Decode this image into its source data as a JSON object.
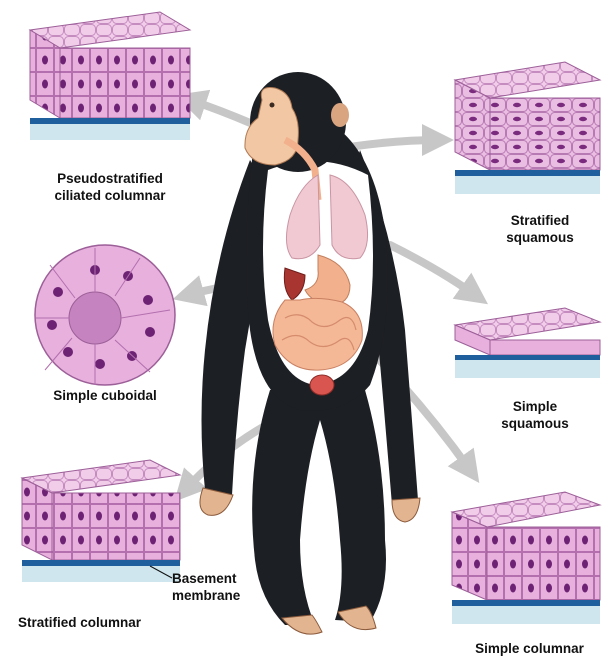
{
  "labels": {
    "pseudostratified": [
      "Pseudostratified",
      "ciliated columnar"
    ],
    "stratified_squamous": [
      "Stratified",
      "squamous"
    ],
    "simple_cuboidal": [
      "Simple cuboidal"
    ],
    "simple_squamous": [
      "Simple",
      "squamous"
    ],
    "stratified_columnar": [
      "Stratified columnar"
    ],
    "basement_membrane": [
      "Basement",
      "membrane"
    ],
    "simple_columnar": [
      "Simple columnar"
    ]
  },
  "colors": {
    "tissue_pink": "#e3a8d8",
    "tissue_light": "#f3d3ec",
    "nucleus": "#7a2b7e",
    "basement_blue": "#1f5f9e",
    "connective": "#cfe6ef",
    "fur": "#1c1f24",
    "face": "#f2c7a3",
    "organ": "#f2b08d",
    "lung": "#f1c9d2",
    "arrow": "#c7c7c7"
  }
}
